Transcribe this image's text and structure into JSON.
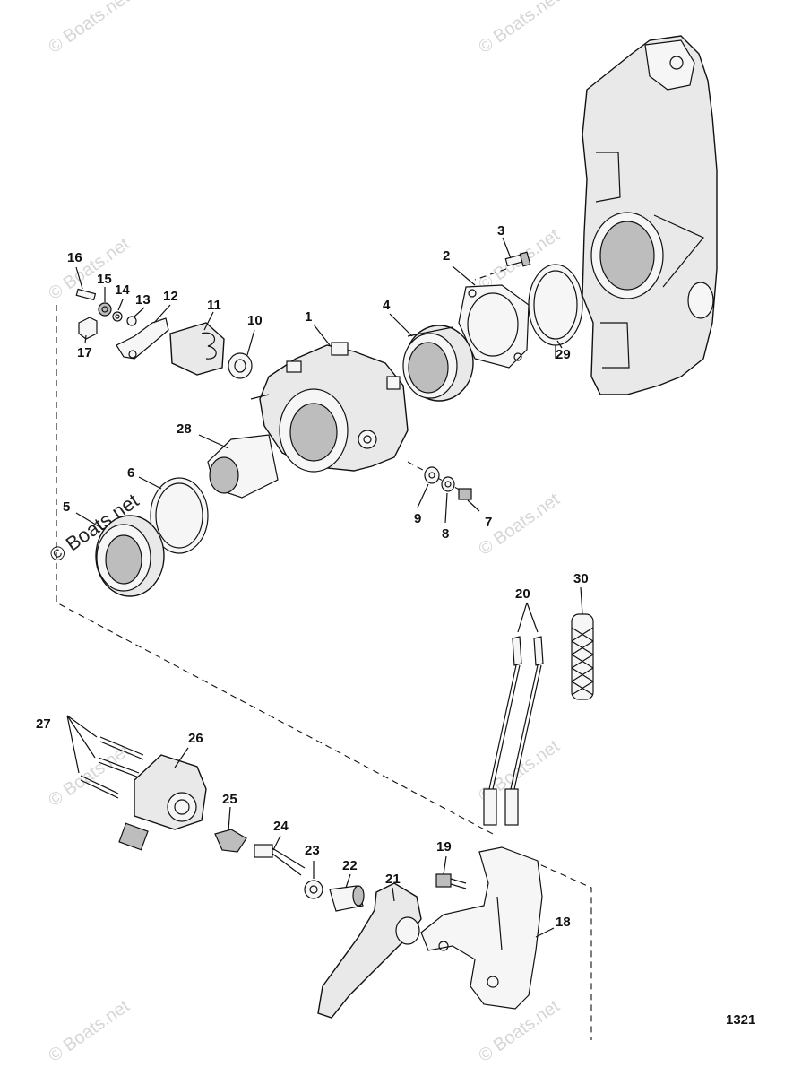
{
  "figure_number": "1321",
  "watermark_text": "© Boats.net",
  "callouts": [
    {
      "id": "1",
      "label": "1"
    },
    {
      "id": "2",
      "label": "2"
    },
    {
      "id": "3",
      "label": "3"
    },
    {
      "id": "4",
      "label": "4"
    },
    {
      "id": "5",
      "label": "5"
    },
    {
      "id": "6",
      "label": "6"
    },
    {
      "id": "7",
      "label": "7"
    },
    {
      "id": "8",
      "label": "8"
    },
    {
      "id": "9",
      "label": "9"
    },
    {
      "id": "10",
      "label": "10"
    },
    {
      "id": "11",
      "label": "11"
    },
    {
      "id": "12",
      "label": "12"
    },
    {
      "id": "13",
      "label": "13"
    },
    {
      "id": "14",
      "label": "14"
    },
    {
      "id": "15",
      "label": "15"
    },
    {
      "id": "16",
      "label": "16"
    },
    {
      "id": "17",
      "label": "17"
    },
    {
      "id": "18",
      "label": "18"
    },
    {
      "id": "19",
      "label": "19"
    },
    {
      "id": "20",
      "label": "20"
    },
    {
      "id": "21",
      "label": "21"
    },
    {
      "id": "22",
      "label": "22"
    },
    {
      "id": "23",
      "label": "23"
    },
    {
      "id": "24",
      "label": "24"
    },
    {
      "id": "25",
      "label": "25"
    },
    {
      "id": "26",
      "label": "26"
    },
    {
      "id": "27",
      "label": "27"
    },
    {
      "id": "28",
      "label": "28"
    },
    {
      "id": "29",
      "label": "29"
    },
    {
      "id": "30",
      "label": "30"
    }
  ]
}
